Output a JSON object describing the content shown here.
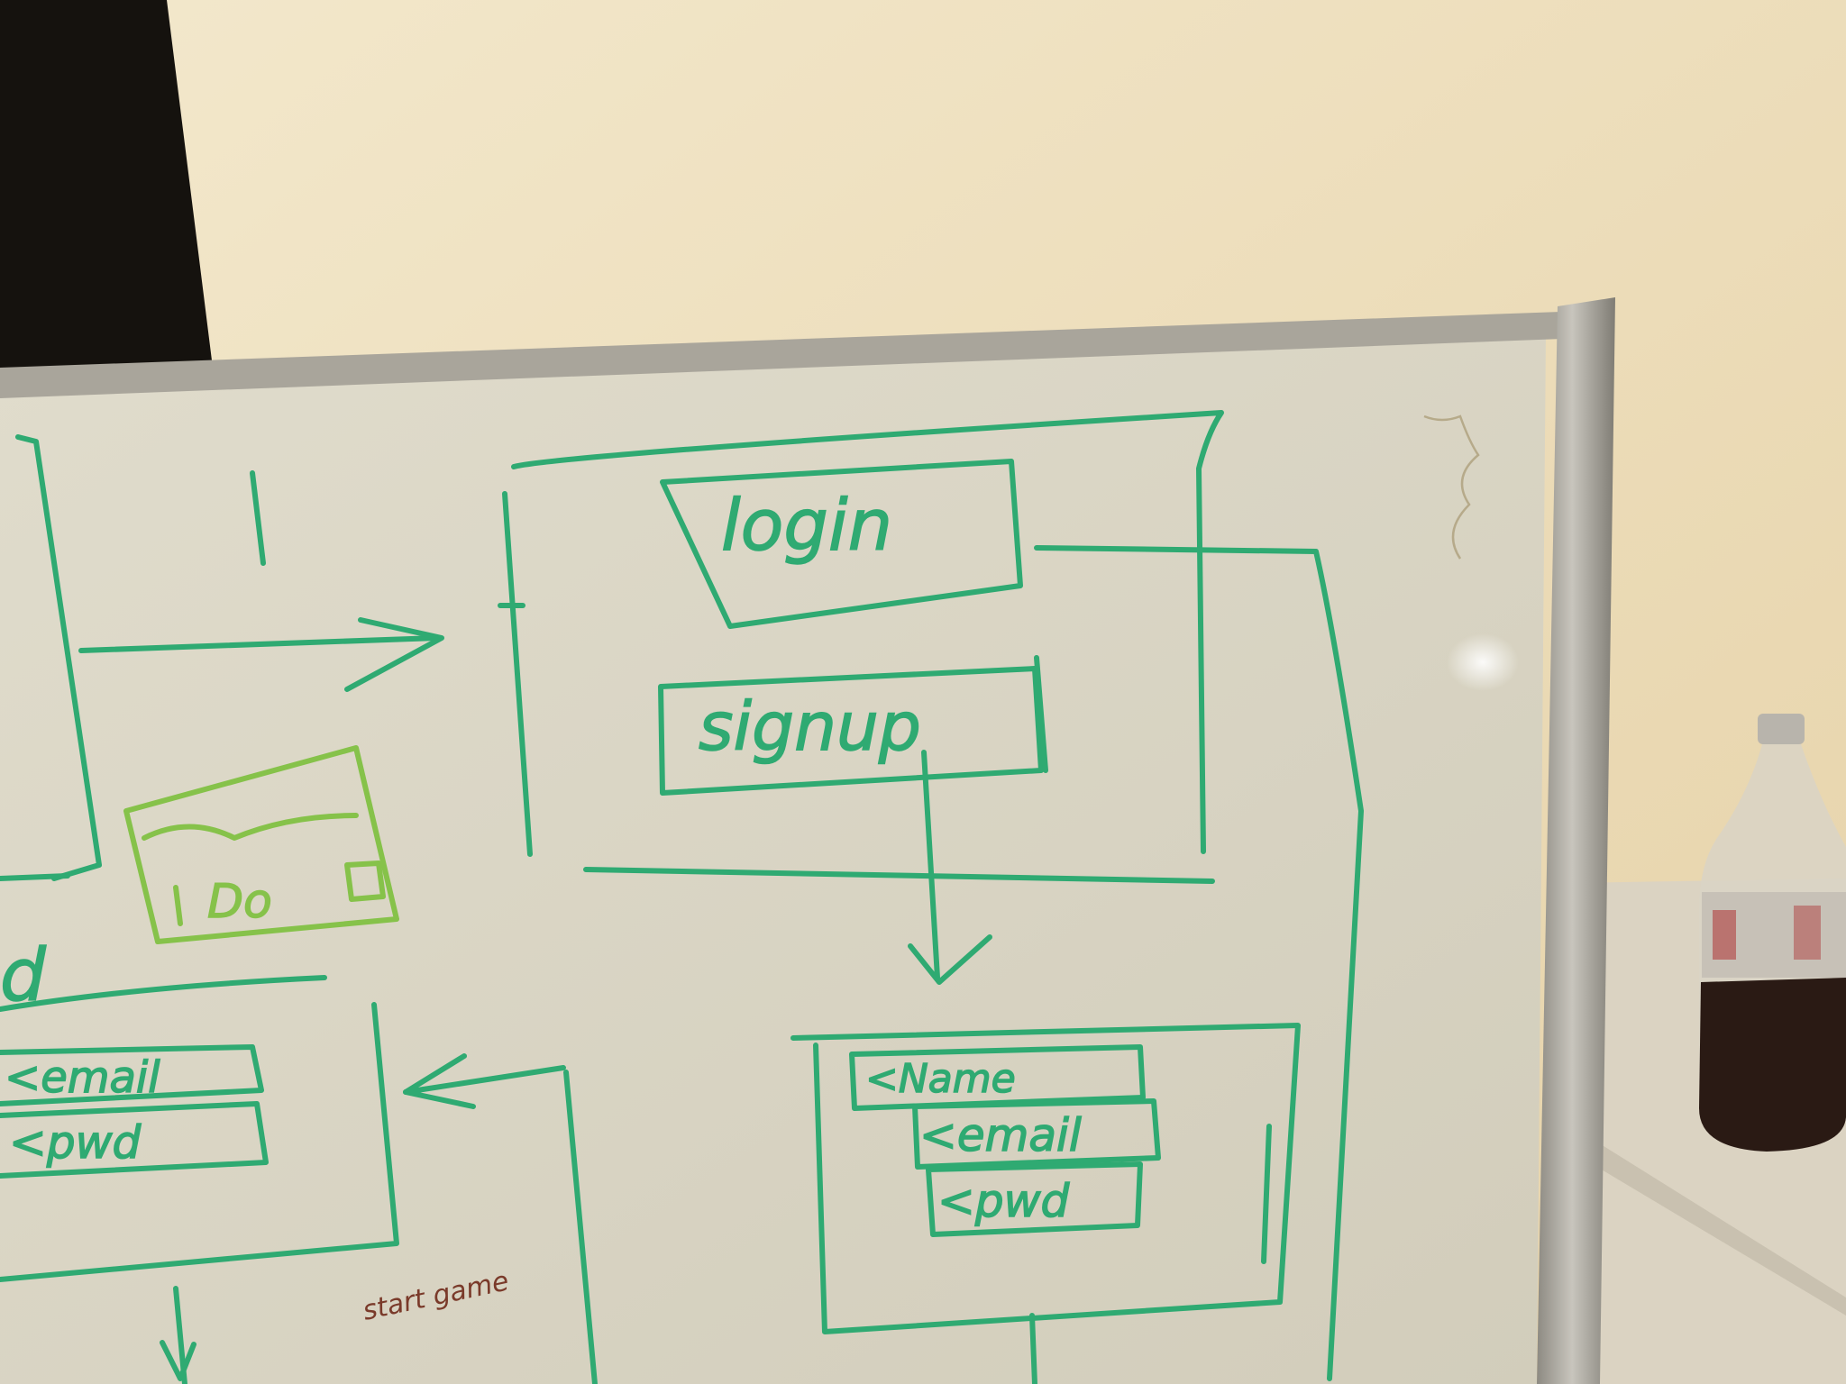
{
  "photo_subject": "whiteboard-wireframe-sketch",
  "colors": {
    "wall": "#efe2c4",
    "whiteboard": "#dcd8c8",
    "frame": "#a7a399",
    "marker_green": "#2faa72",
    "marker_lime": "#86c24a",
    "marker_brown": "#7a3a2a",
    "table": "#ddd6c6",
    "bottle_liquid": "#2a1a14"
  },
  "whiteboard": {
    "login_label": "login",
    "signup_label": "signup",
    "signup_form": {
      "name_field": "<Name",
      "email_field": "<email",
      "password_field": "<pwd"
    },
    "login_form": {
      "email_field": "<email",
      "password_field": "<pwd"
    },
    "widget_button_label": "Do",
    "partial_letter": "d",
    "note": "start game"
  }
}
